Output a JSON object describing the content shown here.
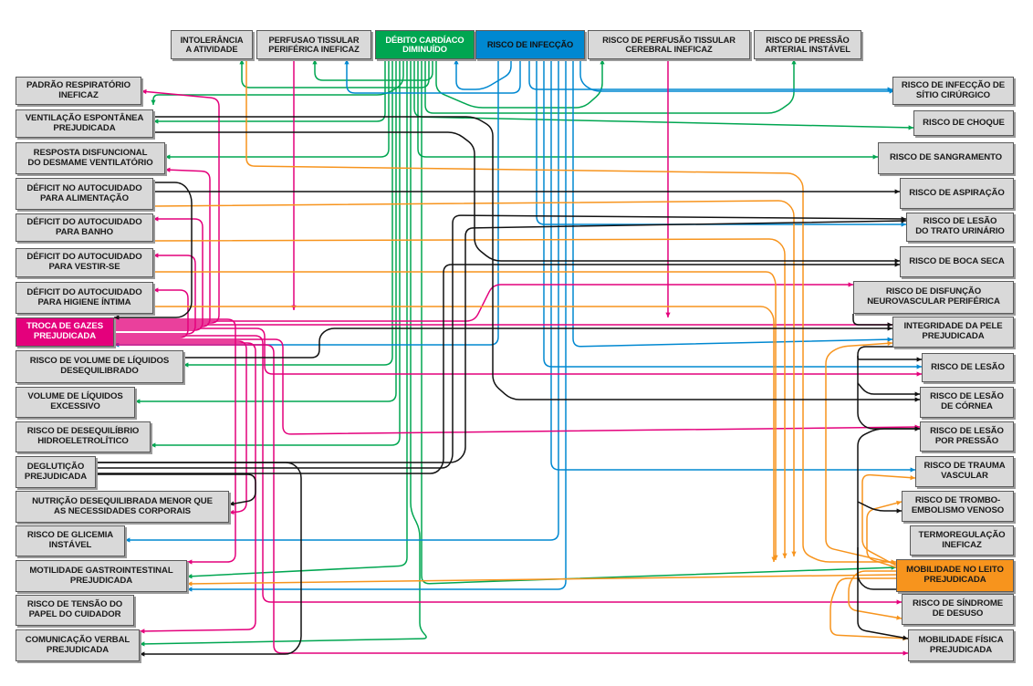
{
  "colors": {
    "magenta": "#e4007c",
    "green": "#00a651",
    "blue": "#0088d1",
    "orange": "#f7941d",
    "black": "#111111",
    "box_fill": "#d9d9d9"
  },
  "top": {
    "intolerancia": "INTOLERÂNCIA\nA ATIVIDADE",
    "perfusao_periferica": "PERFUSAO TISSULAR\nPERIFÉRICA INEFICAZ",
    "debito": "DÉBITO CARDÍACO\nDIMINUÍDO",
    "infeccao": "RISCO DE INFECÇÃO",
    "perfusao_cerebral": "RISCO DE PERFUSÃO TISSULAR\nCEREBRAL INEFICAZ",
    "pressao": "RISCO DE PRESSÃO\nARTERIAL INSTÁVEL"
  },
  "left": {
    "padrao": "PADRÃO RESPIRATÓRIO\nINEFICAZ",
    "ventilacao": "VENTILAÇÃO ESPONTÂNEA\nPREJUDICADA",
    "resposta": "RESPOSTA DISFUNCIONAL\nDO DESMAME VENTILATÓRIO",
    "alimentacao": "DÉFICIT NO AUTOCUIDADO\nPARA ALIMENTAÇÃO",
    "banho": "DÉFICIT DO AUTOCUIDADO\nPARA BANHO",
    "vestir": "DÉFICIT DO AUTOCUIDADO\nPARA VESTIR-SE",
    "higiene": "DÉFICIT DO AUTOCUIDADO\nPARA HIGIENE ÍNTIMA",
    "troca": "TROCA DE GAZES\nPREJUDICADA",
    "volume_risco": "RISCO DE VOLUME DE LÍQUIDOS\nDESEQUILIBRADO",
    "volume_excesso": "VOLUME DE LÍQUIDOS\nEXCESSIVO",
    "desequilibrio": "RISCO DE DESEQUILÍBRIO\nHIDROELETROLÍTICO",
    "degluticao": "DEGLUTIÇÃO\nPREJUDICADA",
    "nutricao": "NUTRIÇÃO DESEQUILIBRADA MENOR QUE\nAS NECESSIDADES CORPORAIS",
    "glicemia": "RISCO DE GLICEMIA\nINSTÁVEL",
    "motilidade": "MOTILIDADE GASTROINTESTINAL\nPREJUDICADA",
    "tensao": "RISCO DE TENSÃO DO\nPAPEL DO CUIDADOR",
    "comunicacao": "COMUNICAÇÃO VERBAL\nPREJUDICADA"
  },
  "right": {
    "sitio": "RISCO DE INFECÇÃO DE\nSÍTIO CIRÚRGICO",
    "choque": "RISCO DE CHOQUE",
    "sangramento": "RISCO DE SANGRAMENTO",
    "aspiracao": "RISCO DE ASPIRAÇÃO",
    "urinario": "RISCO DE LESÃO\nDO TRATO URINÁRIO",
    "boca": "RISCO DE BOCA SECA",
    "neurovascular": "RISCO DE DISFUNÇÃO\nNEUROVASCULAR PERIFÉRICA",
    "pele": "INTEGRIDADE DA PELE\nPREJUDICADA",
    "lesao": "RISCO DE LESÃO",
    "cornea": "RISCO DE LESÃO\nDE CÓRNEA",
    "pressao_lesao": "RISCO DE LESÃO\nPOR PRESSÃO",
    "trauma": "RISCO DE TRAUMA\nVASCULAR",
    "trombo": "RISCO DE TROMBO-\nEMBOLISMO VENOSO",
    "termo": "TERMOREGULAÇÃO\nINEFICAZ",
    "mobilidade_leito": "MOBILIDADE NO LEITO\nPREJUDICADA",
    "desuso": "RISCO DE SÍNDROME\nDE DESUSO",
    "mobilidade_fisica": "MOBILIDADE FÍSICA\nPREJUDICADA"
  }
}
